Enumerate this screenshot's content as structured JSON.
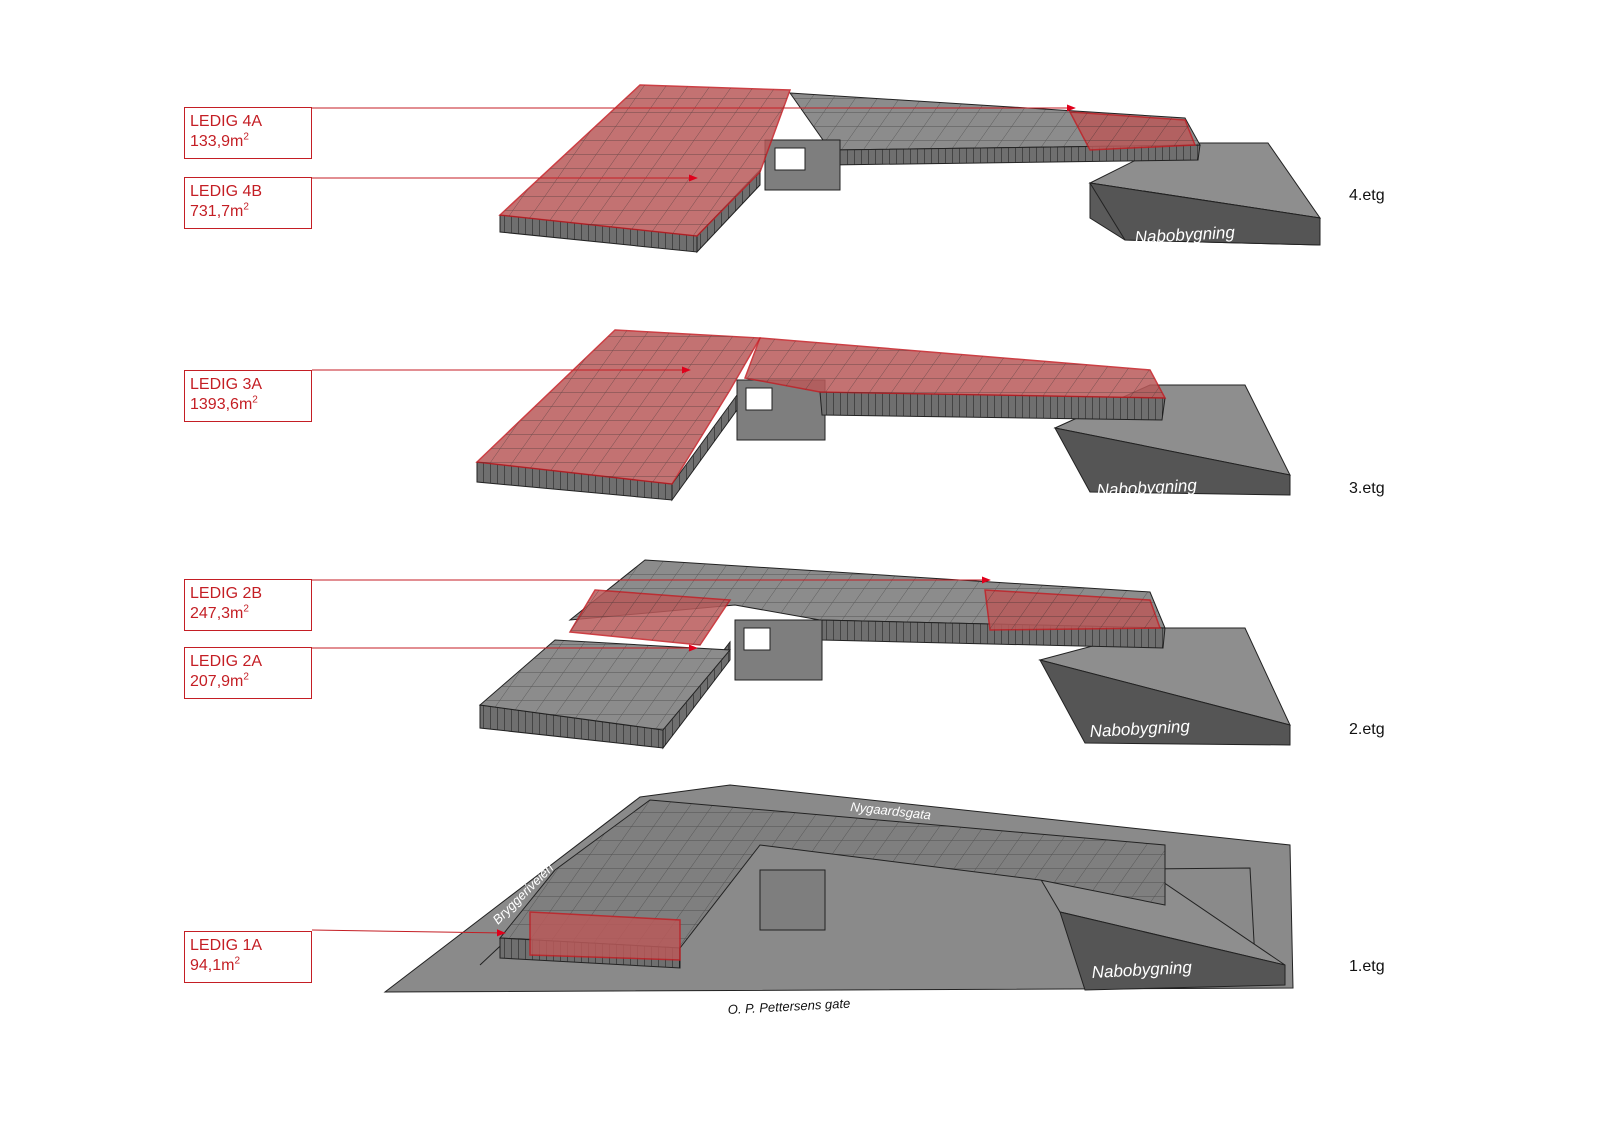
{
  "units": [
    {
      "id": "4a",
      "title": "LEDIG 4A",
      "area_value": "133,9m",
      "area_exp": "2"
    },
    {
      "id": "4b",
      "title": "LEDIG 4B",
      "area_value": "731,7m",
      "area_exp": "2"
    },
    {
      "id": "3a",
      "title": "LEDIG 3A",
      "area_value": "1393,6m",
      "area_exp": "2"
    },
    {
      "id": "2b",
      "title": "LEDIG 2B",
      "area_value": "247,3m",
      "area_exp": "2"
    },
    {
      "id": "2a",
      "title": "LEDIG 2A",
      "area_value": "207,9m",
      "area_exp": "2"
    },
    {
      "id": "1a",
      "title": "LEDIG 1A",
      "area_value": "94,1m",
      "area_exp": "2"
    }
  ],
  "floors": {
    "f4": "4.etg",
    "f3": "3.etg",
    "f2": "2.etg",
    "f1": "1.etg"
  },
  "neighbor_label": "Nabobygning",
  "streets": {
    "bryggeriveien": "Bryggeriveien",
    "nygaardsgata": "Nygaardsgata",
    "op_pettersens": "O. P. Pettersens gate"
  },
  "colors": {
    "accent_red": "#c41e24",
    "vacant_fill": "#b95a5a",
    "building_gray": "#8c8c8c",
    "neighbor_top": "#8e8e8e",
    "neighbor_side": "#555555",
    "ground": "#8a8a8a"
  }
}
